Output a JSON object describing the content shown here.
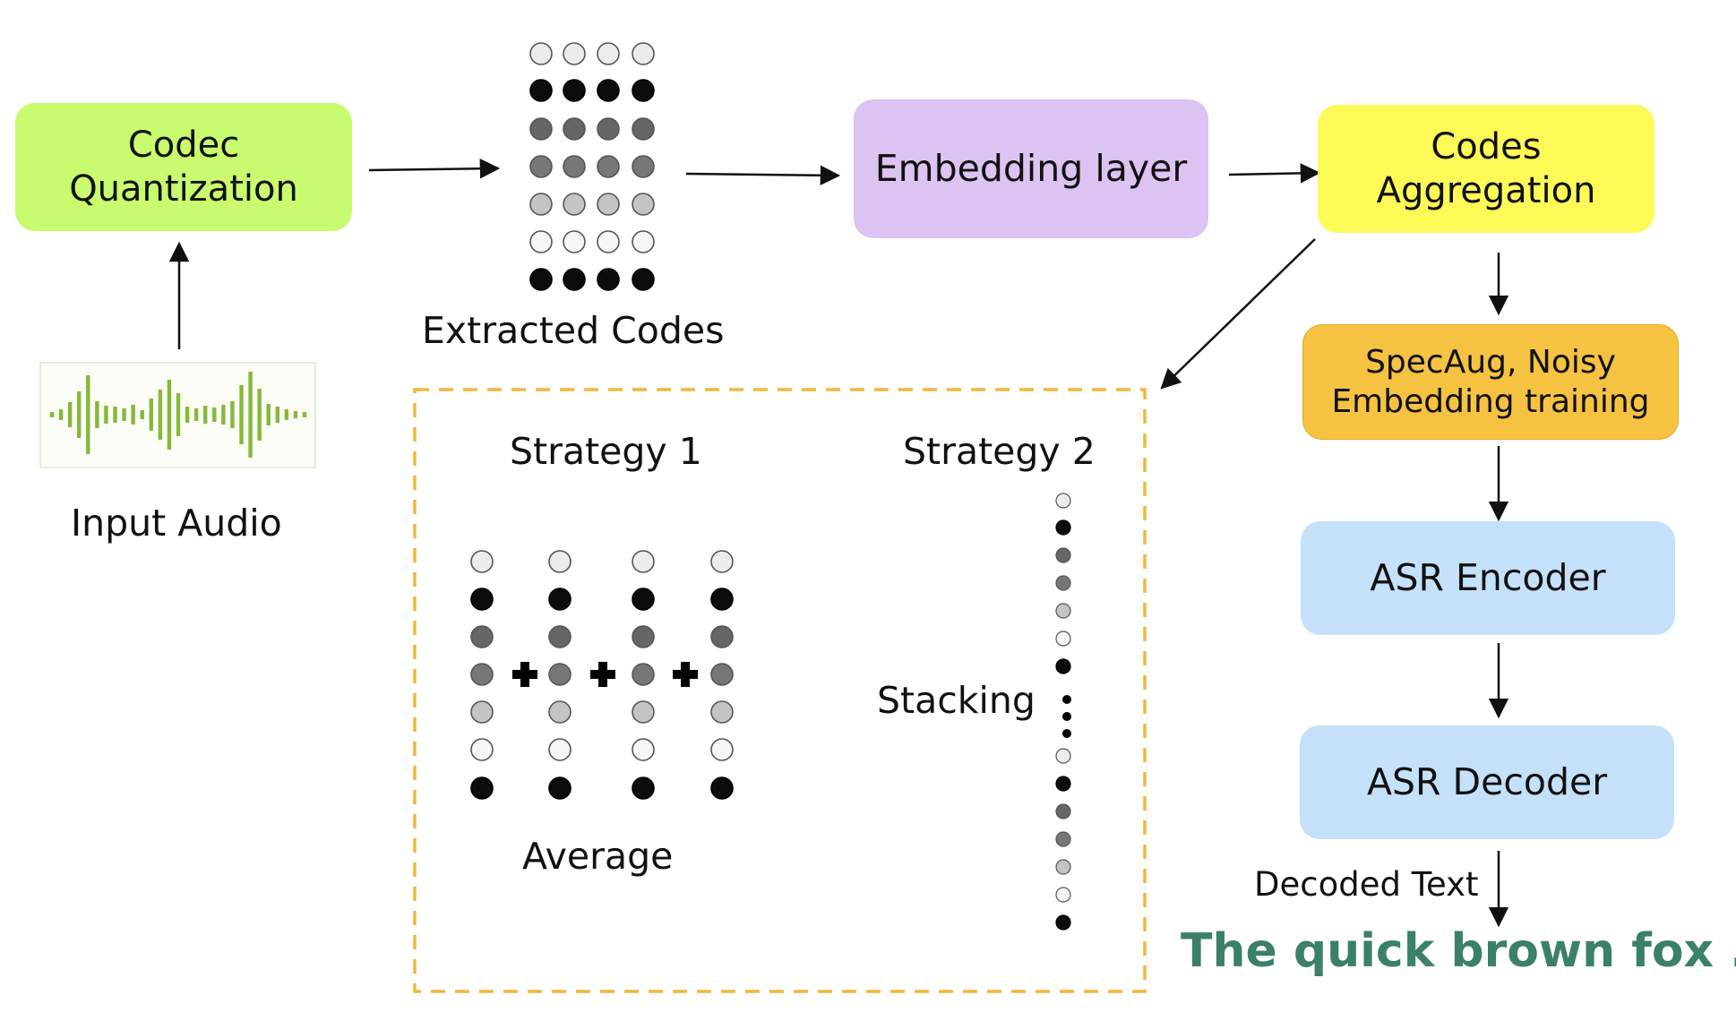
{
  "colors": {
    "codec": "#c8fb6e",
    "embedding": "#dcc3f1",
    "aggregation": "#fdfa58",
    "specaug": "#f5c242",
    "asr": "#c5e1fa",
    "output_text": "#3b8068",
    "dashed": "#f2b73c",
    "wave": "#86b83a",
    "dot_light": "#ececec",
    "dot_black": "#0c0c0c",
    "dot_dark_gray": "#666666",
    "dot_mid_gray": "#777777",
    "dot_light_gray": "#c4c4c4",
    "dot_white": "#f6f6f6"
  },
  "boxes": {
    "codec": {
      "line1": "Codec",
      "line2": "Quantization"
    },
    "embedding": {
      "label": "Embedding layer"
    },
    "aggregation": {
      "line1": "Codes",
      "line2": "Aggregation"
    },
    "specaug": {
      "line1": "SpecAug, Noisy",
      "line2": "Embedding training"
    },
    "asr_encoder": {
      "label": "ASR Encoder"
    },
    "asr_decoder": {
      "label": "ASR Decoder"
    }
  },
  "labels": {
    "input_audio": "Input Audio",
    "extracted_codes": "Extracted Codes",
    "strategy1": "Strategy 1",
    "strategy2": "Strategy 2",
    "average": "Average",
    "stacking": "Stacking",
    "decoded_text": "Decoded Text",
    "output_text": "The quick brown fox ..."
  },
  "code_rows": [
    "light",
    "black",
    "dark_gray",
    "mid_gray",
    "light_gray",
    "white",
    "black"
  ]
}
